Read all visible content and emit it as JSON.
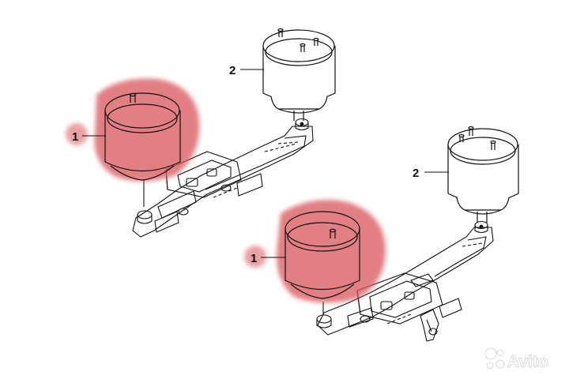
{
  "callouts": {
    "front_left_bag": "1",
    "rear_left_bag": "2",
    "front_right_bag": "1",
    "rear_right_bag": "2"
  },
  "watermark": {
    "text": "Avito",
    "icon": "avito-dots-icon"
  },
  "colors": {
    "line": "#111111",
    "highlight": "#d9555a",
    "background": "#ffffff"
  }
}
